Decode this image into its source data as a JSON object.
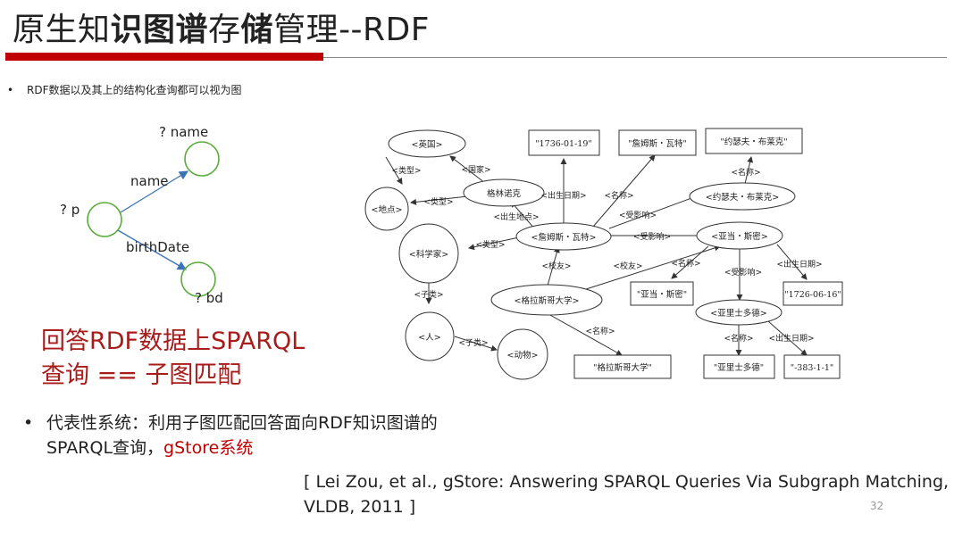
{
  "title": {
    "p1": "原生知",
    "p2": "识图谱",
    "p3": "存",
    "p4": "储",
    "p5": "管理--RDF"
  },
  "bullet1": "RDF数据以及其上的结构化查询都可以视为图",
  "query_graph": {
    "p_label": "? p",
    "name_node_label": "? name",
    "bd_node_label": "? bd",
    "edge_name": "name",
    "edge_birth": "birthDate"
  },
  "rdf_graph": {
    "nodes": {
      "yingguo": "<英国>",
      "didian": "<地点>",
      "gelinnuoke": "格林诺克",
      "kexuejia": "<科学家>",
      "ren": "<人>",
      "dongwu": "<动物>",
      "zhanmusi": "<詹姆斯・瓦特>",
      "glsg": "<格拉斯哥大学>",
      "lit_date1": "\"1736-01-19\"",
      "lit_zhanmusi": "\"詹姆斯・瓦特\"",
      "lit_yuese": "\"约瑟夫・布莱克\"",
      "yuese": "<约瑟夫・布莱克>",
      "yadang": "<亚当・斯密>",
      "lit_yadang": "\"亚当・斯密\"",
      "lit_date2": "\"1726-06-16\"",
      "yalishi": "<亚里士多德>",
      "lit_yalishi": "\"亚里士多德\"",
      "lit_date3": "\"-383-1-1\"",
      "lit_glsg": "\"格拉斯哥大学\""
    },
    "edges": {
      "leixing": "<类型>",
      "guojia": "<国家>",
      "chushengdi": "<出生地点>",
      "chushengriqi": "<出生日期>",
      "mingcheng": "<名称>",
      "shouyingxiang": "<受影响>",
      "xiaoyou": "<校友>",
      "zilei": "<子类>"
    }
  },
  "answer": {
    "line1": "回答RDF数据上SPARQL",
    "line2": "查询 == 子图匹配"
  },
  "bullet2": {
    "dot": "•",
    "line1": "代表性系统：利用子图匹配回答面向RDF知识图谱的",
    "line2a": "SPARQL查询，",
    "line2b": "gStore系统"
  },
  "reference": {
    "line1": "[ Lei Zou, et al., gStore: Answering SPARQL Queries Via Subgraph Matching,",
    "line2": "VLDB, 2011 ]"
  },
  "page_number": "32",
  "colors": {
    "accent_red": "#c00000",
    "answer_red": "#a81c1c",
    "query_node": "#5aab3c",
    "query_edge": "#3b73b9"
  }
}
